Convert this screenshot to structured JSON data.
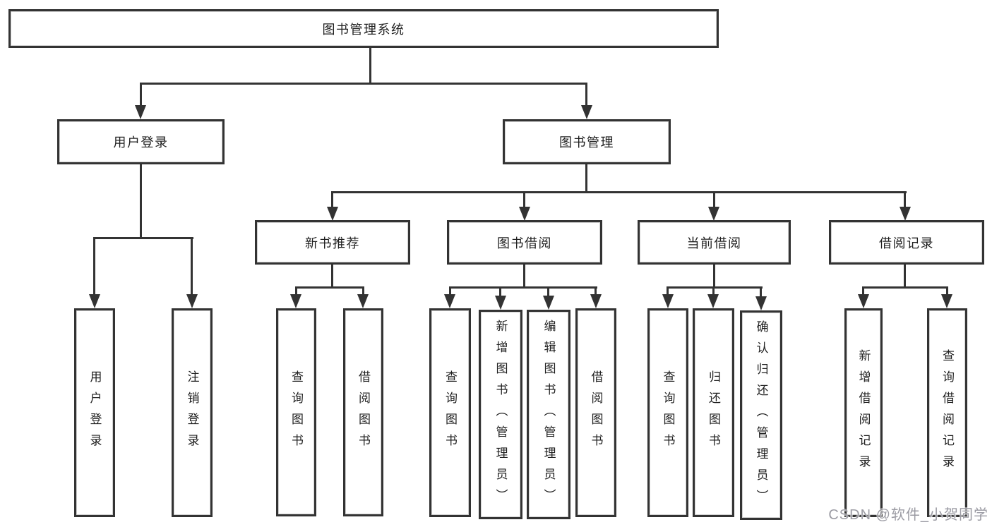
{
  "diagram": {
    "root": {
      "label": "图书管理系统"
    },
    "branches": [
      {
        "label": "用户登录"
      },
      {
        "label": "图书管理"
      }
    ],
    "modules": [
      {
        "label": "新书推荐"
      },
      {
        "label": "图书借阅"
      },
      {
        "label": "当前借阅"
      },
      {
        "label": "借阅记录"
      }
    ],
    "leaves": {
      "user_login": [
        "用户登录",
        "注销登录"
      ],
      "new_book_recommendation": [
        "查询图书",
        "借阅图书"
      ],
      "book_borrowing": [
        "查询图书",
        "新增图书（管理员）",
        "编辑图书（管理员）",
        "借阅图书"
      ],
      "current_borrowing": [
        "查询图书",
        "归还图书",
        "确认归还（管理员）"
      ],
      "borrowing_records": [
        "新增借阅记录",
        "查询借阅记录"
      ]
    },
    "watermark": "CSDN @软件_小贺同学",
    "colors": {
      "line": "#333333",
      "text": "#1f1f1f",
      "background": "#ffffff",
      "watermark": "#9b9ba3"
    }
  }
}
